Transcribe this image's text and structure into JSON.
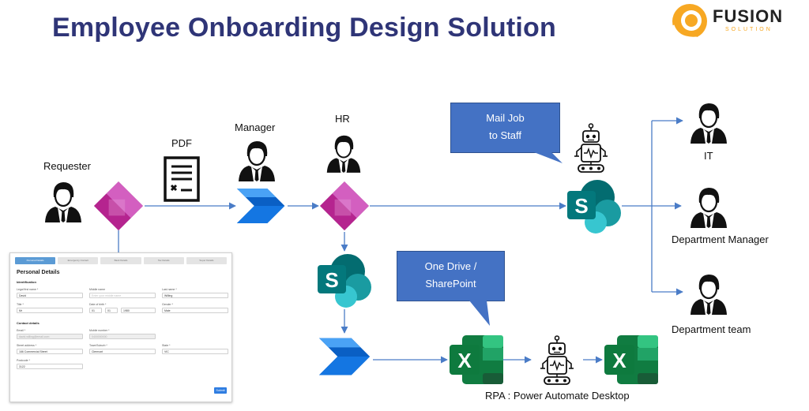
{
  "title": "Employee Onboarding Design Solution",
  "logo": {
    "name": "FUSION",
    "tagline": "SOLUTION"
  },
  "nodes": {
    "requester": "Requester",
    "pdf": "PDF",
    "manager": "Manager",
    "hr": "HR",
    "it": "IT",
    "dept_manager": "Department Manager",
    "dept_team": "Department team",
    "rpa": "RPA : Power Automate Desktop"
  },
  "callouts": {
    "mail_line1": "Mail Job",
    "mail_line2": "to Staff",
    "drive_line1": "One Drive /",
    "drive_line2": "SharePoint"
  },
  "form": {
    "tabs": [
      "Personal Details",
      "Emergency Contact",
      "Bank Details",
      "Tax Details",
      "Super Details"
    ],
    "heading": "Personal Details",
    "section_identification": "Identification",
    "legal_first_name_label": "Legal first name *",
    "legal_first_name_value": "David",
    "middle_name_label": "Middle name",
    "middle_name_placeholder": "Enter your middle name",
    "last_name_label": "Last name *",
    "last_name_value": "Willing",
    "title_label": "Title *",
    "title_value": "Mr",
    "dob_label": "Date of birth *",
    "dob_day": "01",
    "dob_month": "01",
    "dob_year": "1980",
    "gender_label": "Gender *",
    "gender_value": "Male",
    "section_contact": "Contact details",
    "email_label": "Email *",
    "email_value": "david.willing@email.com",
    "mobile_label": "Mobile number *",
    "mobile_value": "0400000000",
    "street_label": "Street address *",
    "street_value": "166 Commercial Street",
    "town_label": "Town/Suburb *",
    "town_value": "Clermont",
    "state_label": "State *",
    "state_value": "VIC",
    "postcode_label": "Postcode *",
    "postcode_value": "3122",
    "submit": "Submit"
  },
  "colors": {
    "title": "#2f3577",
    "callout": "#4472c4",
    "arrow": "#4a7cc7",
    "power_apps": "#b0258f",
    "power_automate": "#0f6fd6",
    "sharepoint": "#038387",
    "excel": "#107c41",
    "logo_orange": "#f7a823"
  },
  "icons": [
    "person-icon",
    "pdf-document-icon",
    "power-apps-icon",
    "power-automate-icon",
    "sharepoint-icon",
    "excel-icon",
    "robot-icon",
    "fusion-logo-icon"
  ]
}
